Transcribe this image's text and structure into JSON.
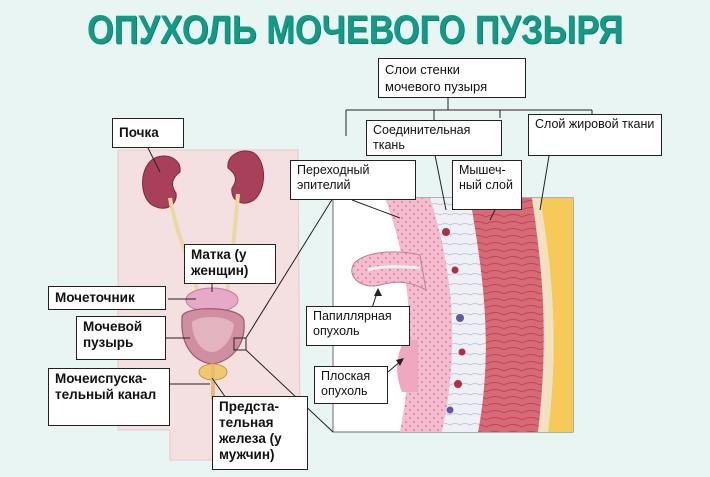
{
  "title": "ОПУХОЛЬ МОЧЕВОГО ПУЗЫРЯ",
  "labels": {
    "kidney": "Почка",
    "uterus": "Матка (у женщин)",
    "ureter": "Мочеточник",
    "bladder": "Мочевой пузырь",
    "urethra": "Мочеиспуска-тельный канал",
    "prostate": "Предста-тельная железа (у мужчин)",
    "wall_layers": "Слои стенки мочевого пузыря",
    "connective": "Соединительная ткань",
    "transitional": "Переходный эпителий",
    "muscle": "Мышеч-ный слой",
    "fat": "Слой жировой ткани",
    "papillary": "Папиллярная опухоль",
    "flat": "Плоская опухоль"
  },
  "colors": {
    "title": "#139a87",
    "background": "#e9f5f3",
    "kidney": "#a83a55",
    "body": "#f3dede",
    "muscle": "#d9707a",
    "epithelium": "#f2b6c8",
    "fat": "#f5c44a"
  }
}
